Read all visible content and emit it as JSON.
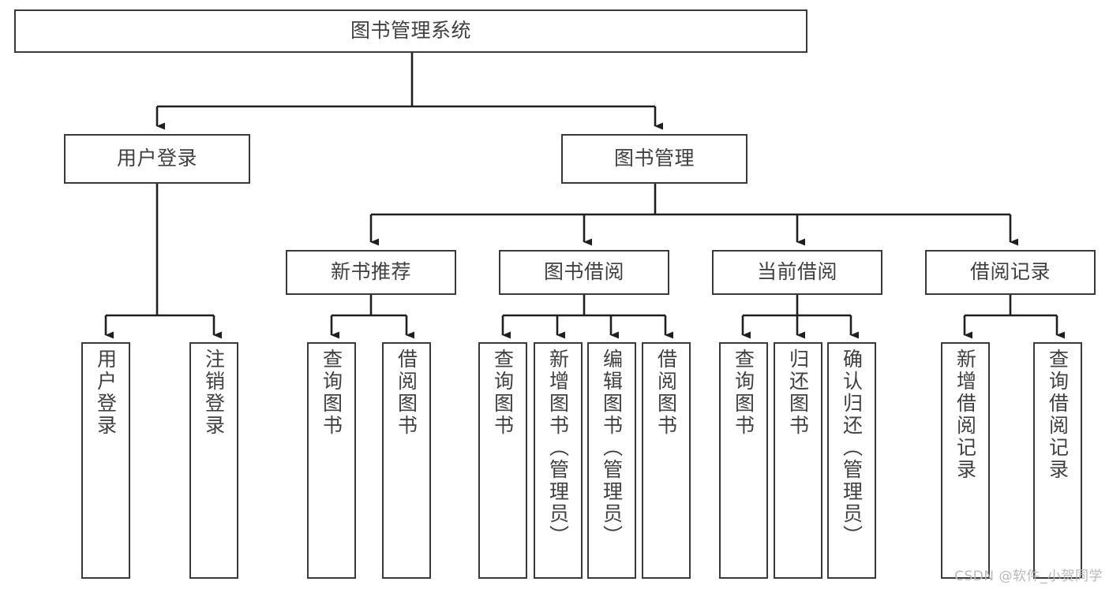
{
  "diagram": {
    "type": "hierarchy-tree",
    "title": "图书管理系统",
    "watermark": "CSDN @软件_小贺同学",
    "colors": {
      "box_border": "#3a3a3a",
      "connector": "#1f1f1f",
      "text": "#404040",
      "background": "#ffffff",
      "watermark": "#b9b9b9"
    },
    "levels": {
      "level0": [
        {
          "id": "root",
          "label": "图书管理系统",
          "orientation": "horizontal"
        }
      ],
      "level1": [
        {
          "id": "user-login",
          "label": "用户登录",
          "orientation": "horizontal"
        },
        {
          "id": "book-management",
          "label": "图书管理",
          "orientation": "horizontal"
        }
      ],
      "level2": [
        {
          "id": "new-book-recommend",
          "label": "新书推荐",
          "orientation": "horizontal"
        },
        {
          "id": "book-borrow",
          "label": "图书借阅",
          "orientation": "horizontal"
        },
        {
          "id": "current-borrow",
          "label": "当前借阅",
          "orientation": "horizontal"
        },
        {
          "id": "borrow-record",
          "label": "借阅记录",
          "orientation": "horizontal"
        }
      ],
      "level3": [
        {
          "id": "leaf-user-login",
          "label": "用户登录",
          "orientation": "vertical",
          "parent": "user-login"
        },
        {
          "id": "leaf-logout-login",
          "label": "注销登录",
          "orientation": "vertical",
          "parent": "user-login"
        },
        {
          "id": "leaf-query-book-1",
          "label": "查询图书",
          "orientation": "vertical",
          "parent": "new-book-recommend"
        },
        {
          "id": "leaf-borrow-book-1",
          "label": "借阅图书",
          "orientation": "vertical",
          "parent": "new-book-recommend"
        },
        {
          "id": "leaf-query-book-2",
          "label": "查询图书",
          "orientation": "vertical",
          "parent": "book-borrow"
        },
        {
          "id": "leaf-add-book",
          "label": "新增图书（管理员）",
          "orientation": "vertical",
          "parent": "book-borrow"
        },
        {
          "id": "leaf-edit-book",
          "label": "编辑图书（管理员）",
          "orientation": "vertical",
          "parent": "book-borrow"
        },
        {
          "id": "leaf-borrow-book-2",
          "label": "借阅图书",
          "orientation": "vertical",
          "parent": "book-borrow"
        },
        {
          "id": "leaf-query-book-3",
          "label": "查询图书",
          "orientation": "vertical",
          "parent": "current-borrow"
        },
        {
          "id": "leaf-return-book",
          "label": "归还图书",
          "orientation": "vertical",
          "parent": "current-borrow"
        },
        {
          "id": "leaf-confirm-return",
          "label": "确认归还（管理员）",
          "orientation": "vertical",
          "parent": "current-borrow"
        },
        {
          "id": "leaf-add-record",
          "label": "新增借阅记录",
          "orientation": "vertical",
          "parent": "borrow-record"
        },
        {
          "id": "leaf-query-record",
          "label": "查询借阅记录",
          "orientation": "vertical",
          "parent": "borrow-record"
        }
      ]
    }
  }
}
